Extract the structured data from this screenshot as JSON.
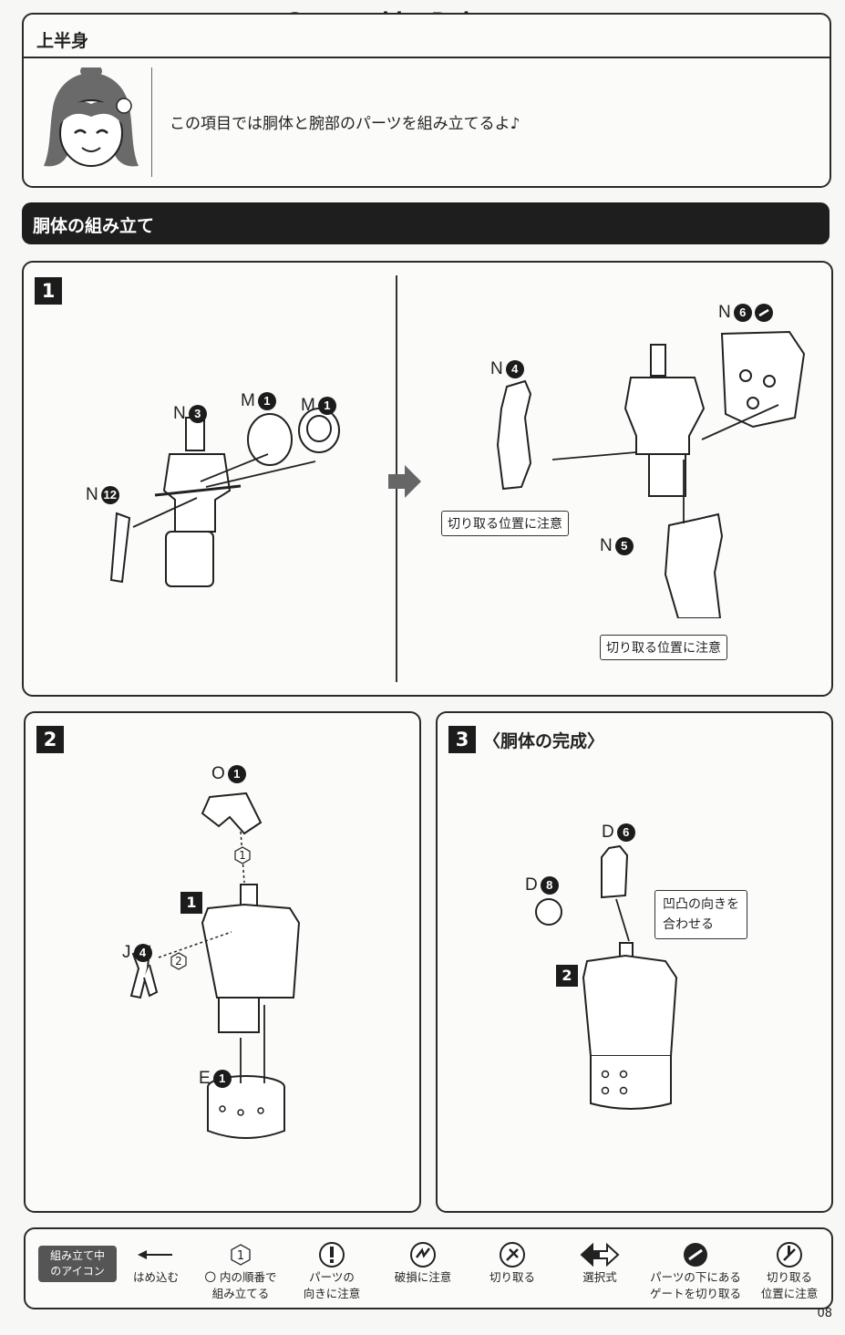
{
  "watermark": "Scanned by Dalong.net",
  "header": {
    "title": "上半身",
    "intro": "この項目では胴体と腕部のパーツを組み立てるよ♪"
  },
  "section": {
    "title": "胴体の組み立て"
  },
  "step1": {
    "number": "1",
    "labels": {
      "n3": {
        "letter": "N",
        "num": "3"
      },
      "m1a": {
        "letter": "M",
        "num": "1"
      },
      "m1b": {
        "letter": "M",
        "num": "1"
      },
      "n12": {
        "letter": "N",
        "num": "12"
      },
      "n4": {
        "letter": "N",
        "num": "4"
      },
      "n6": {
        "letter": "N",
        "num": "6"
      },
      "n5": {
        "letter": "N",
        "num": "5"
      }
    },
    "callout_a": "切り取る位置に注意",
    "callout_b": "切り取る位置に注意"
  },
  "step2": {
    "number": "2",
    "sub_ref": "1",
    "labels": {
      "o1": {
        "letter": "O",
        "num": "1"
      },
      "j4": {
        "letter": "J",
        "num": "4"
      },
      "e1": {
        "letter": "E",
        "num": "1"
      }
    },
    "seq1": "1",
    "seq2": "2"
  },
  "step3": {
    "number": "3",
    "title": "〈胴体の完成〉",
    "sub_ref": "2",
    "labels": {
      "d6": {
        "letter": "D",
        "num": "6"
      },
      "d8": {
        "letter": "D",
        "num": "8"
      }
    },
    "callout_line1": "凹凸の向きを",
    "callout_line2": "合わせる"
  },
  "legend": {
    "title_line1": "組み立て中",
    "title_line2": "のアイコン",
    "items": [
      {
        "icon": "arrow-left-icon",
        "line1": "はめ込む",
        "line2": ""
      },
      {
        "icon": "hexagon-number-icon",
        "symbol": "1",
        "line1": "〇 内の順番で",
        "line2": "組み立てる"
      },
      {
        "icon": "exclamation-icon",
        "line1": "パーツの",
        "line2": "向きに注意"
      },
      {
        "icon": "damage-icon",
        "line1": "破損に注意",
        "line2": ""
      },
      {
        "icon": "cut-icon",
        "line1": "切り取る",
        "line2": ""
      },
      {
        "icon": "choice-arrows-icon",
        "line1": "選択式",
        "line2": ""
      },
      {
        "icon": "gate-cut-icon",
        "line1": "パーツの下にある",
        "line2": "ゲートを切り取る"
      },
      {
        "icon": "cut-position-icon",
        "line1": "切り取る",
        "line2": "位置に注意"
      }
    ]
  },
  "page_number": "08"
}
